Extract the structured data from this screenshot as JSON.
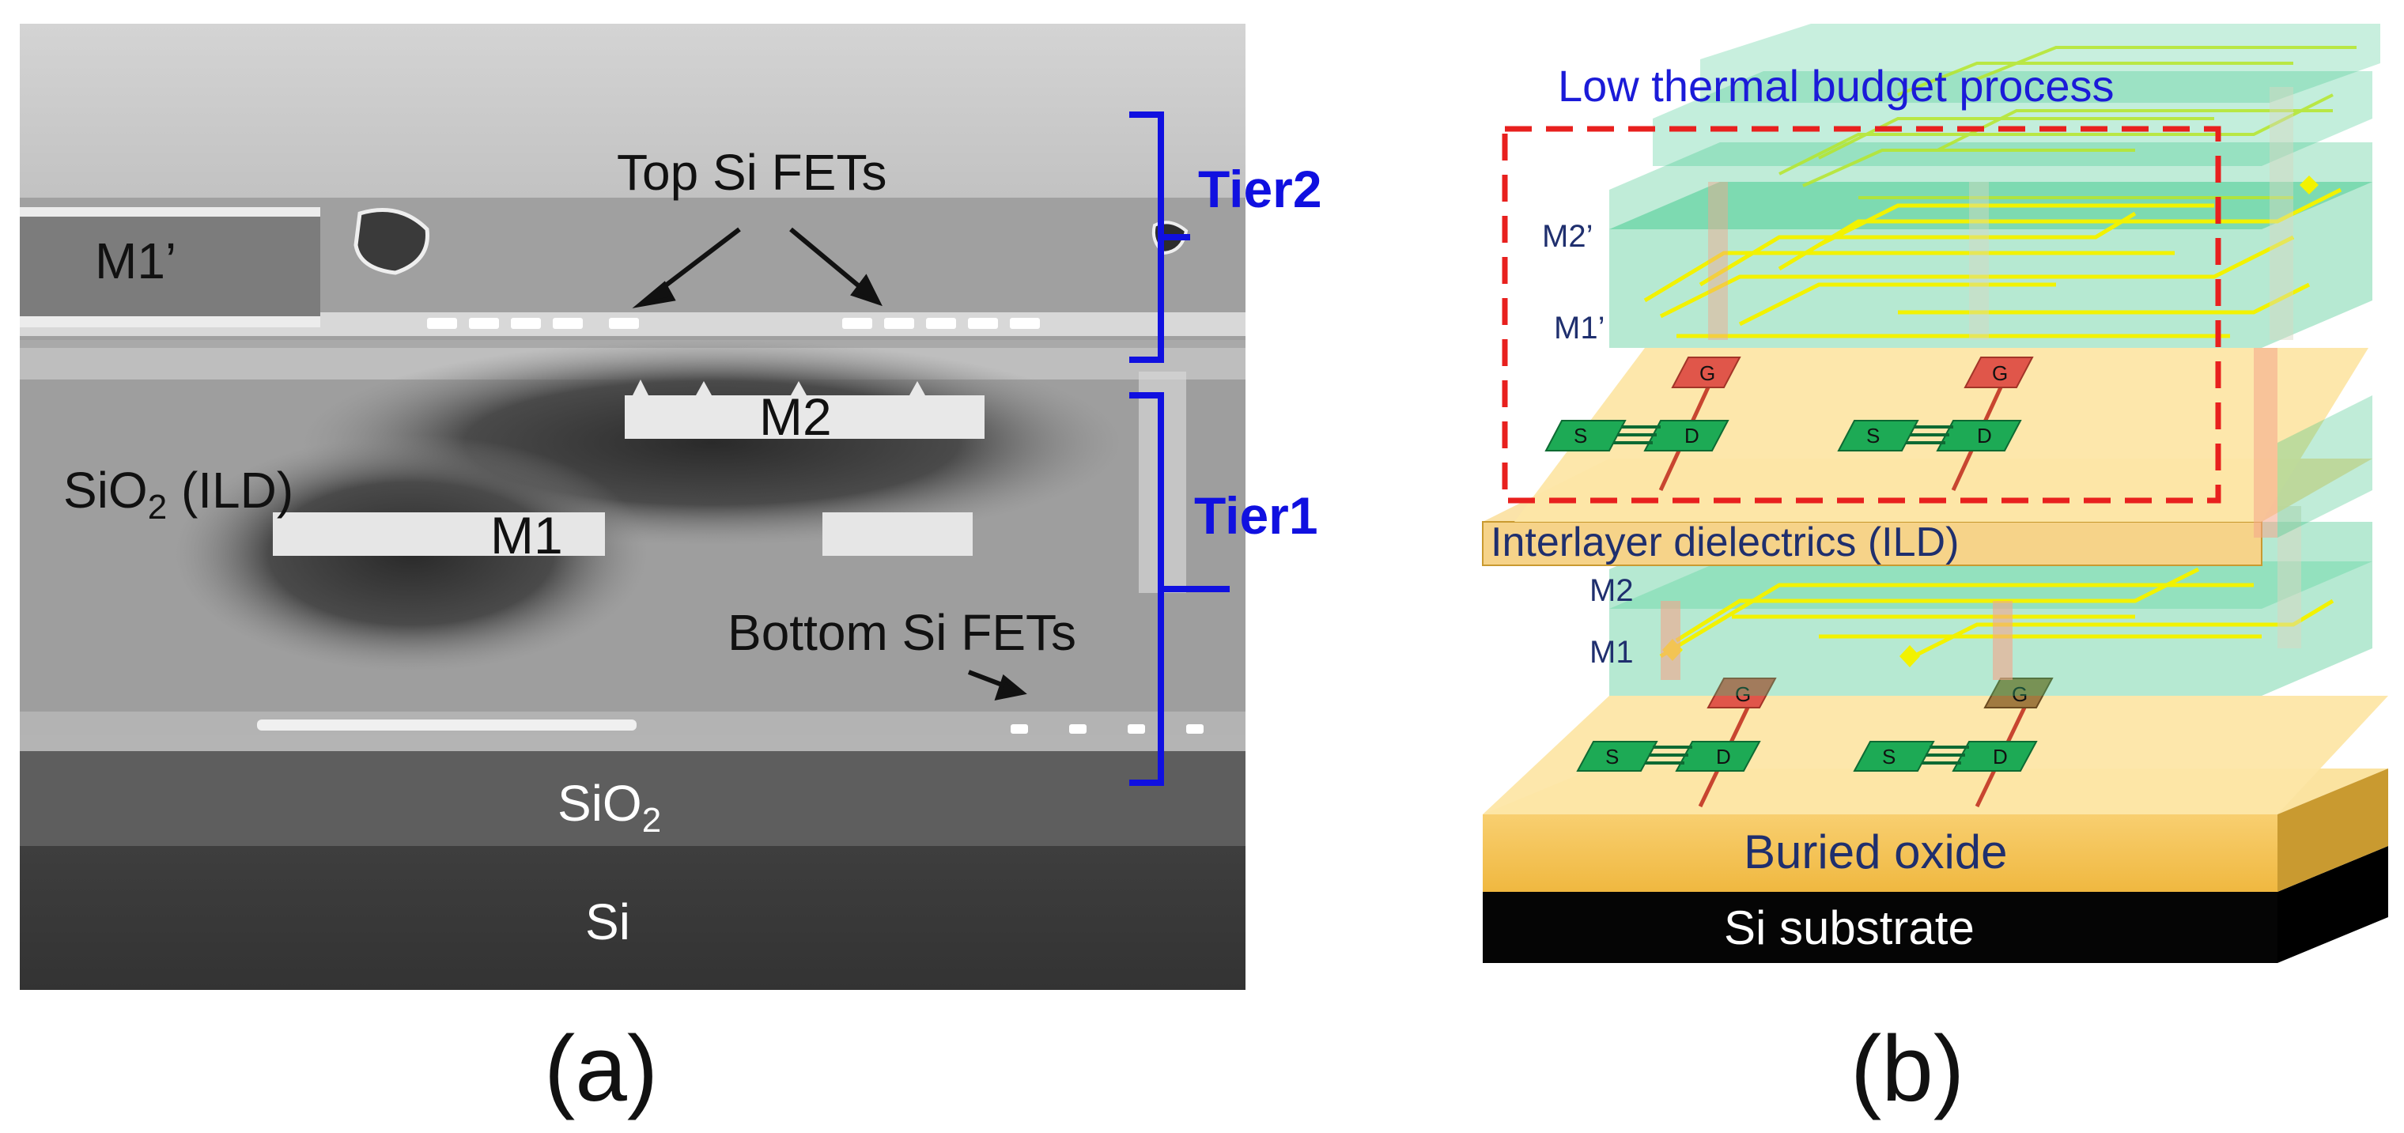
{
  "panel_a": {
    "caption": "(a)",
    "labels": {
      "m1_prime": "M1’",
      "top_fets": "Top Si FETs",
      "tier2": "Tier2",
      "m2": "M2",
      "sio2_ild_main": "SiO",
      "sio2_ild_sub": "2",
      "sio2_ild_rest": " (ILD)",
      "m1": "M1",
      "tier1": "Tier1",
      "bottom_fets": "Bottom Si FETs",
      "sio2_main": "SiO",
      "sio2_sub": "2",
      "si": "Si"
    },
    "colors": {
      "tier_bracket": "#1010e0"
    }
  },
  "panel_b": {
    "caption": "(b)",
    "labels": {
      "low_thermal": "Low thermal budget process",
      "m2_prime": "M2’",
      "m1_prime": "M1’",
      "ild": "Interlayer dielectrics (ILD)",
      "m2": "M2",
      "m1": "M1",
      "buried_oxide": "Buried oxide",
      "si_substrate": "Si substrate",
      "gate": "G",
      "source": "S",
      "drain": "D"
    },
    "colors": {
      "dashed_box": "#e8201e",
      "title_text": "#1b1bd8",
      "layer_text": "#1f2f6e",
      "wire": "#f2f200",
      "transistor": "#1daa55",
      "gate": "#e0564a"
    }
  }
}
